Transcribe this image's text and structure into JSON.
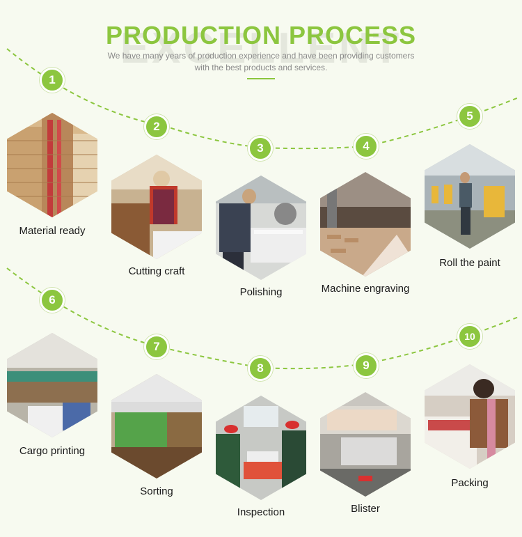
{
  "header": {
    "watermark": "EXCELLENT",
    "title": "PRODUCTION PROCESS",
    "subtitle": "We have many years of production experience and have been providing customers with the best products and services."
  },
  "colors": {
    "accent": "#8cc63f",
    "background": "#f7faf0",
    "text": "#1a1a1a"
  },
  "steps": [
    {
      "number": "1",
      "label": "Material ready"
    },
    {
      "number": "2",
      "label": "Cutting craft"
    },
    {
      "number": "3",
      "label": "Polishing"
    },
    {
      "number": "4",
      "label": "Machine engraving"
    },
    {
      "number": "5",
      "label": "Roll the paint"
    },
    {
      "number": "6",
      "label": "Cargo printing"
    },
    {
      "number": "7",
      "label": "Sorting"
    },
    {
      "number": "8",
      "label": "Inspection"
    },
    {
      "number": "9",
      "label": "Blister"
    },
    {
      "number": "10",
      "label": "Packing"
    }
  ]
}
